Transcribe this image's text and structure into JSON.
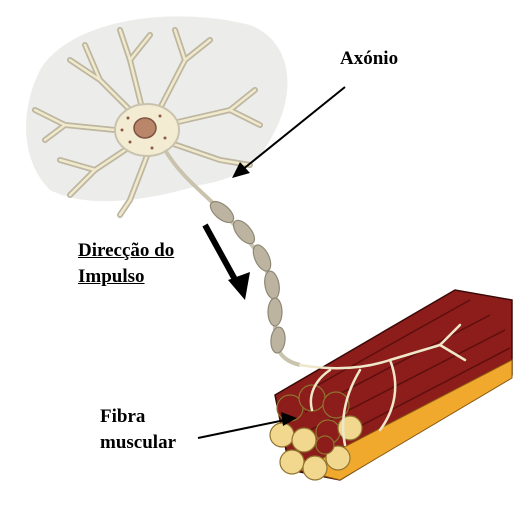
{
  "labels": {
    "axon": "Axónio",
    "impulse_direction": [
      "Direcção do",
      "Impulso"
    ],
    "muscle_fiber": [
      "Fibra",
      "muscular"
    ]
  },
  "colors": {
    "neuron_body": "#f3ecd2",
    "dendrite": "#c9c3ae",
    "dendrite_core": "#efe7c9",
    "nucleus": "#b9866a",
    "myelin": "#bcb4a0",
    "muscle_red": "#8c1d1a",
    "muscle_dark": "#5e0f0e",
    "fiber_end": "#f1d88e",
    "fiber_orange": "#f0a92c",
    "arrow": "#000000"
  }
}
